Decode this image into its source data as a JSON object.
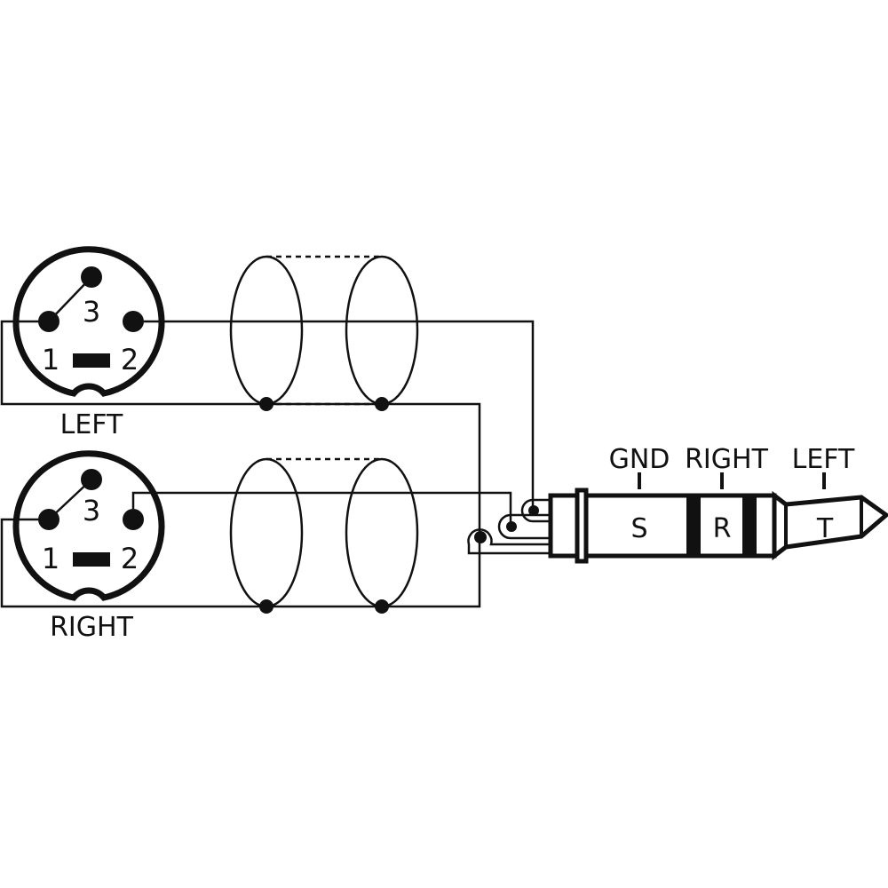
{
  "connectors": [
    {
      "label": "LEFT",
      "pins": [
        "1",
        "2",
        "3"
      ]
    },
    {
      "label": "RIGHT",
      "pins": [
        "1",
        "2",
        "3"
      ]
    }
  ],
  "plug": {
    "sections": [
      {
        "name": "GND",
        "letter": "S"
      },
      {
        "name": "RIGHT",
        "letter": "R"
      },
      {
        "name": "LEFT",
        "letter": "T"
      }
    ]
  },
  "colors": {
    "ink": "#111111",
    "background": "#ffffff"
  }
}
